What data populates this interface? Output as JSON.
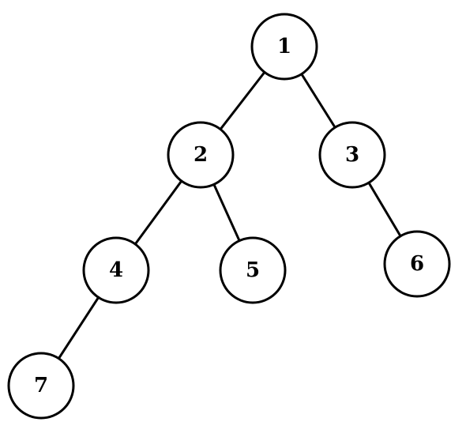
{
  "tree": {
    "nodes": [
      {
        "id": "1",
        "label": "1"
      },
      {
        "id": "2",
        "label": "2"
      },
      {
        "id": "3",
        "label": "3"
      },
      {
        "id": "4",
        "label": "4"
      },
      {
        "id": "5",
        "label": "5"
      },
      {
        "id": "6",
        "label": "6"
      },
      {
        "id": "7",
        "label": "7"
      }
    ],
    "edges": [
      {
        "from": "1",
        "to": "2"
      },
      {
        "from": "1",
        "to": "3"
      },
      {
        "from": "2",
        "to": "4"
      },
      {
        "from": "2",
        "to": "5"
      },
      {
        "from": "3",
        "to": "6"
      },
      {
        "from": "4",
        "to": "7"
      }
    ]
  }
}
